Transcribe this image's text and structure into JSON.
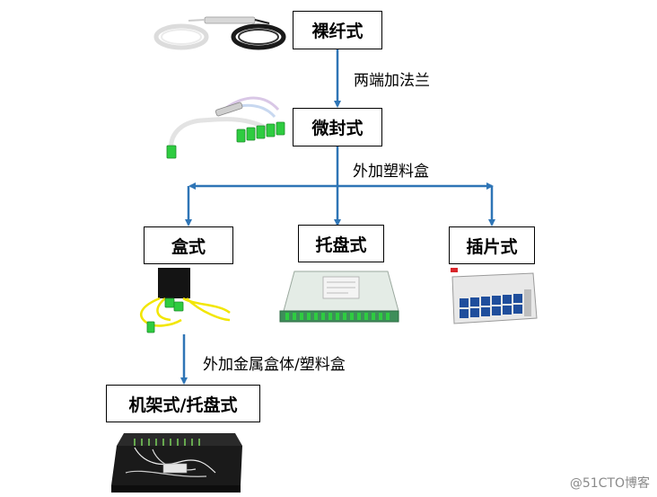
{
  "nodes": {
    "bare": {
      "label": "裸纤式"
    },
    "micro": {
      "label": "微封式"
    },
    "box": {
      "label": "盒式"
    },
    "tray": {
      "label": "托盘式"
    },
    "plugin": {
      "label": "插片式"
    },
    "rack": {
      "label": "机架式/托盘式"
    }
  },
  "edges": {
    "bare_to_micro": {
      "label": "两端加法兰"
    },
    "micro_to_split": {
      "label": "外加塑料盒"
    },
    "box_to_rack": {
      "label": "外加金属盒体/塑料盒"
    }
  },
  "colors": {
    "arrow": "#2e75b6",
    "fiber_yellow": "#f2e600",
    "connector_green": "#2ecc40",
    "adapter_blue": "#1f4e9c"
  },
  "watermark": "@51CTO博客"
}
